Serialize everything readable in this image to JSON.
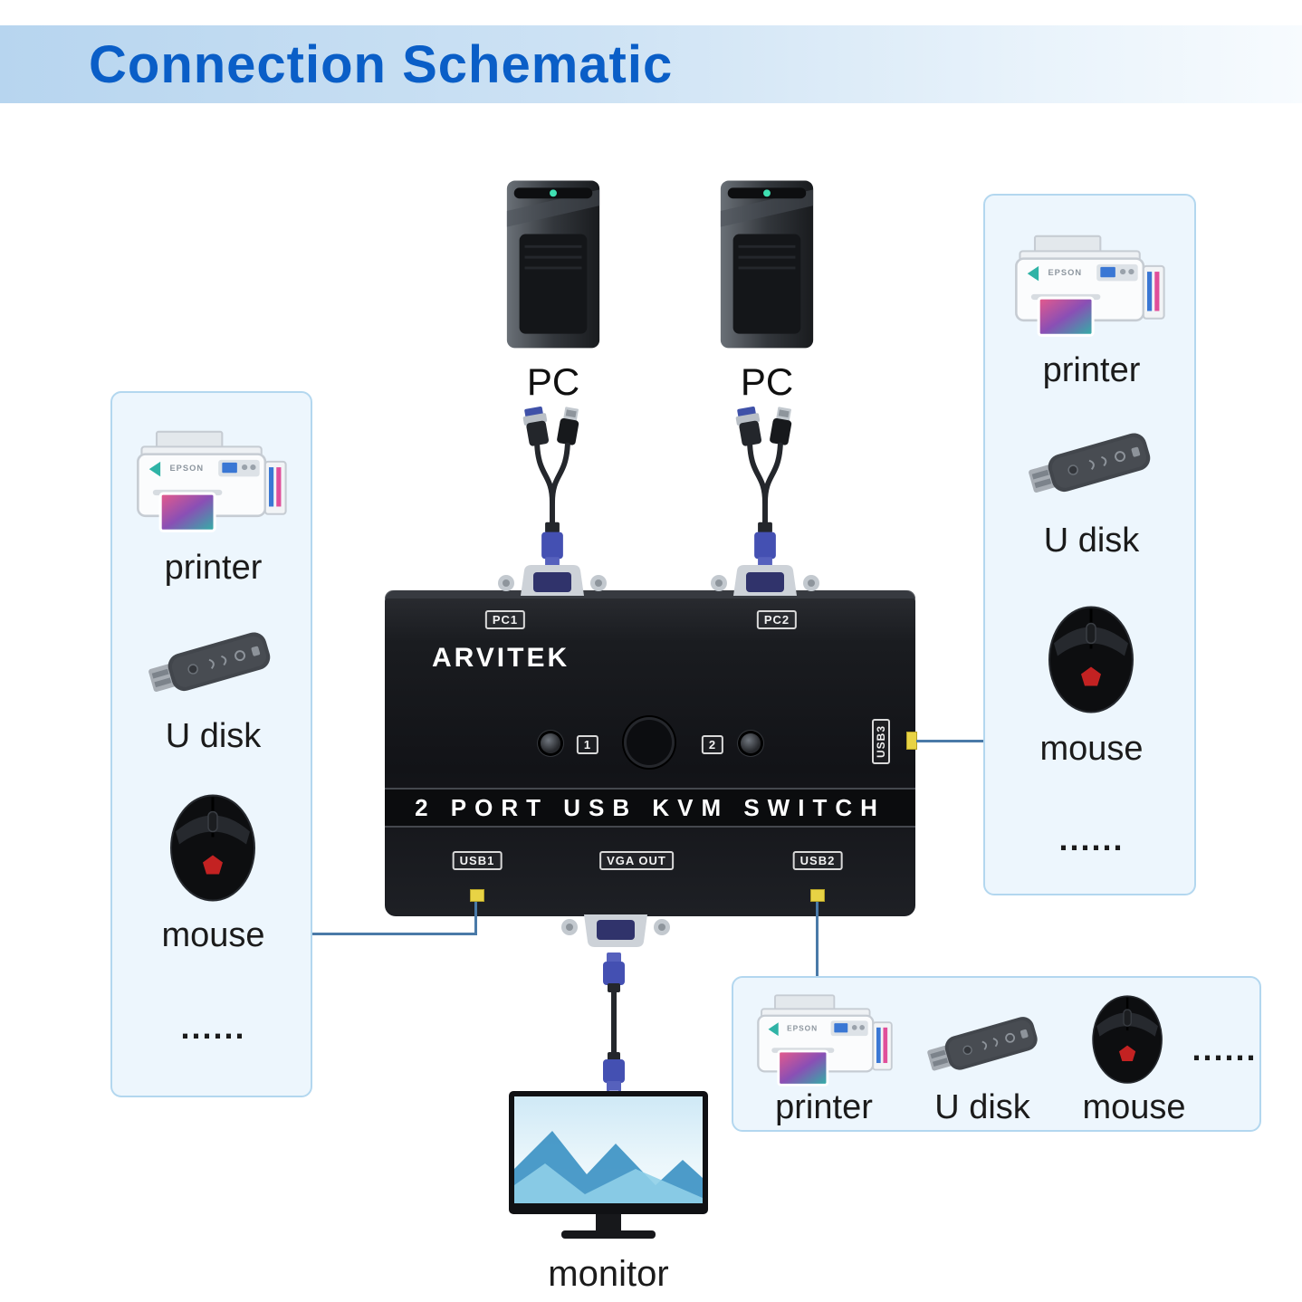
{
  "header": {
    "title": "Connection Schematic"
  },
  "computers": {
    "pc1_label": "PC",
    "pc2_label": "PC"
  },
  "kvm_switch": {
    "brand": "ARVITEK",
    "model_text": "2 PORT USB KVM SWITCH",
    "port_labels": {
      "pc1": "PC1",
      "pc2": "PC2",
      "usb1": "USB1",
      "vga_out": "VGA OUT",
      "usb2": "USB2",
      "usb3": "USB3"
    },
    "button_labels": {
      "button1": "1",
      "button2": "2"
    }
  },
  "left_panel": {
    "items": [
      {
        "label": "printer"
      },
      {
        "label": "U disk"
      },
      {
        "label": "mouse"
      },
      {
        "label": "......"
      }
    ]
  },
  "right_panel": {
    "items": [
      {
        "label": "printer"
      },
      {
        "label": "U disk"
      },
      {
        "label": "mouse"
      },
      {
        "label": "......"
      }
    ]
  },
  "bottom_panel": {
    "items": [
      {
        "label": "printer"
      },
      {
        "label": "U disk"
      },
      {
        "label": "mouse"
      },
      {
        "label": "......"
      }
    ]
  },
  "monitor": {
    "label": "monitor"
  },
  "icons": {
    "printer_brand": "EPSON"
  },
  "colors": {
    "title_blue": "#0a5ec7",
    "banner_blue": "#b7d5ef",
    "panel_bg": "#edf6fd",
    "panel_border": "#b3d7ef",
    "device_black": "#121317",
    "port_yellow": "#e8d345",
    "vga_connector_blue": "#4450b2",
    "connection_line": "#4a7aa8"
  }
}
